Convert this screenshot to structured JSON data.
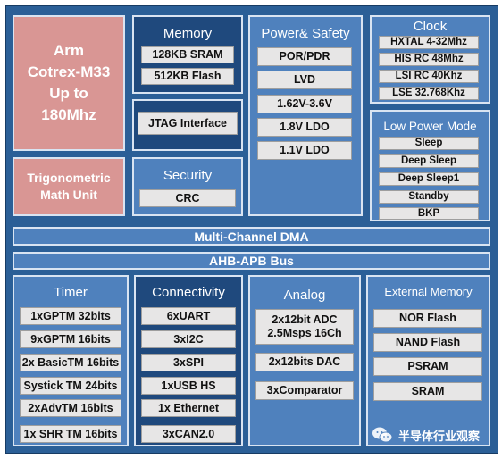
{
  "cpu": {
    "line1": "Arm",
    "line2": "Cotrex-M33",
    "line3": "Up to",
    "line4": "180Mhz"
  },
  "trig": {
    "line1": "Trigonometric",
    "line2": "Math Unit"
  },
  "memory": {
    "title": "Memory",
    "items": [
      "128KB SRAM",
      "512KB Flash"
    ]
  },
  "jtag": {
    "label": "JTAG Interface"
  },
  "security": {
    "title": "Security",
    "items": [
      "CRC"
    ]
  },
  "power": {
    "title": "Power& Safety",
    "items": [
      "POR/PDR",
      "LVD",
      "1.62V-3.6V",
      "1.8V LDO",
      "1.1V LDO"
    ]
  },
  "clock": {
    "title": "Clock",
    "items": [
      "HXTAL 4-32Mhz",
      "HIS RC 48Mhz",
      "LSI RC 40Khz",
      "LSE 32.768Khz"
    ]
  },
  "lowpower": {
    "title": "Low Power Mode",
    "items": [
      "Sleep",
      "Deep Sleep",
      "Deep Sleep1",
      "Standby",
      "BKP"
    ]
  },
  "bus": {
    "dma": "Multi-Channel DMA",
    "ahb": "AHB-APB Bus"
  },
  "timer": {
    "title": "Timer",
    "items": [
      "1xGPTM 32bits",
      "9xGPTM 16bits",
      "2x BasicTM 16bits",
      "Systick TM 24bits",
      "2xAdvTM 16bits",
      "1x SHR TM 16bits"
    ]
  },
  "connectivity": {
    "title": "Connectivity",
    "items": [
      "6xUART",
      "3xI2C",
      "3xSPI",
      "1xUSB HS",
      "1x Ethernet",
      "3xCAN2.0"
    ]
  },
  "analog": {
    "title": "Analog",
    "adc_line1": "2x12bit ADC",
    "adc_line2": "2.5Msps 16Ch",
    "items": [
      "2x12bits DAC",
      "3xComparator"
    ]
  },
  "extmem": {
    "title": "External Memory",
    "items": [
      "NOR Flash",
      "NAND Flash",
      "PSRAM",
      "SRAM"
    ]
  },
  "watermark": {
    "text": "半导体行业观察",
    "icon": "wechat-icon"
  },
  "colors": {
    "frame": "#2b5f97",
    "block": "#4f81bd",
    "dark_block": "#1f497d",
    "cpu": "#d99694",
    "item": "#e7e6e6"
  }
}
